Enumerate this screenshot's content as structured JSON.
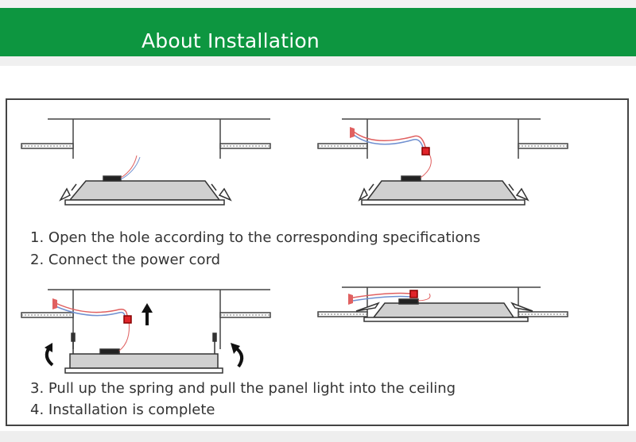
{
  "banner": {
    "title": "About Installation",
    "color": "#0d9640"
  },
  "steps": [
    "1. Open the hole according to the corresponding specifications",
    "2. Connect the power cord",
    "3. Pull up the spring and pull the panel light into the ceiling",
    "4. Installation is complete"
  ],
  "colors": {
    "frame": "#444444",
    "text": "#333333",
    "panel": "#d0d0d0",
    "connector": "#e0242a",
    "wire_red": "#e06060",
    "wire_blue": "#7090d0"
  },
  "panels": [
    {
      "step": "open-hole",
      "icon": "ceiling-hole-with-panel"
    },
    {
      "step": "connect-power",
      "icon": "ceiling-hole-with-wired-panel"
    },
    {
      "step": "pull-spring",
      "icon": "panel-springs-up-arrow"
    },
    {
      "step": "complete",
      "icon": "panel-installed-in-ceiling"
    }
  ]
}
